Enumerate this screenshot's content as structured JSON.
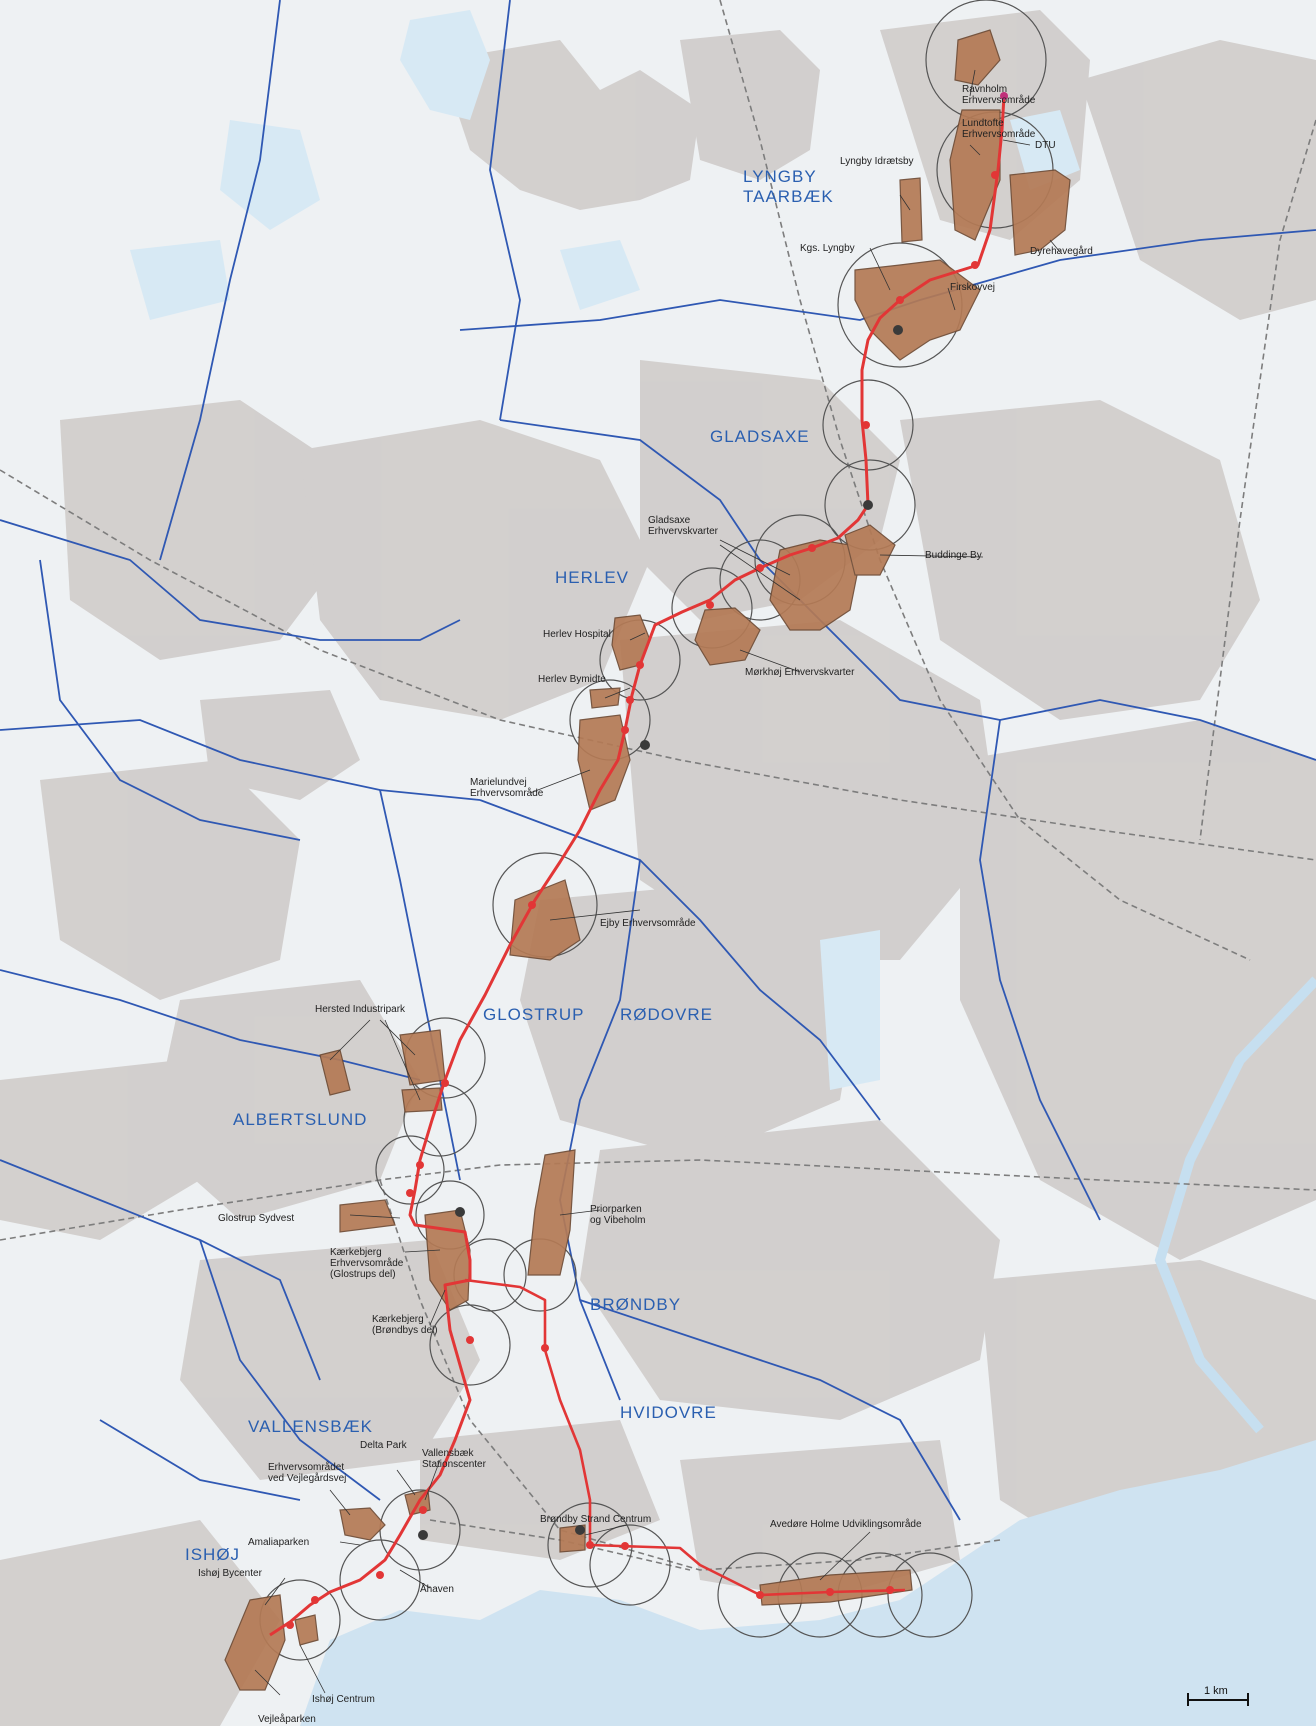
{
  "municipalities": [
    {
      "id": "lyngby",
      "lines": [
        "LYNGBY",
        "TAARBÆK"
      ]
    },
    {
      "id": "gladsaxe",
      "lines": [
        "GLADSAXE"
      ]
    },
    {
      "id": "herlev",
      "lines": [
        "HERLEV"
      ]
    },
    {
      "id": "glostrup",
      "lines": [
        "GLOSTRUP"
      ]
    },
    {
      "id": "rodovre",
      "lines": [
        "RØDOVRE"
      ]
    },
    {
      "id": "albertslund",
      "lines": [
        "ALBERTSLUND"
      ]
    },
    {
      "id": "brondby",
      "lines": [
        "BRØNDBY"
      ]
    },
    {
      "id": "vallensbaek",
      "lines": [
        "VALLENSBÆK"
      ]
    },
    {
      "id": "hvidovre",
      "lines": [
        "HVIDOVRE"
      ]
    },
    {
      "id": "ishoj",
      "lines": [
        "ISHØJ"
      ]
    }
  ],
  "areas": [
    {
      "id": "ravnholm",
      "lines": [
        "Ravnholm",
        "Erhvervsområde"
      ]
    },
    {
      "id": "lundtofte",
      "lines": [
        "Lundtofte",
        "Erhvervsområde"
      ]
    },
    {
      "id": "dtu",
      "lines": [
        "DTU"
      ]
    },
    {
      "id": "lyngby-idraetsby",
      "lines": [
        "Lyngby Idrætsby"
      ]
    },
    {
      "id": "kgs-lyngby",
      "lines": [
        "Kgs. Lyngby"
      ]
    },
    {
      "id": "dyrehavegaard",
      "lines": [
        "Dyrehavegård"
      ]
    },
    {
      "id": "firskovvej",
      "lines": [
        "Firskovvej"
      ]
    },
    {
      "id": "gladsaxe-erhverv",
      "lines": [
        "Gladsaxe",
        "Erhvervskvarter"
      ]
    },
    {
      "id": "buddinge",
      "lines": [
        "Buddinge By"
      ]
    },
    {
      "id": "herlev-hospital",
      "lines": [
        "Herlev Hospital"
      ]
    },
    {
      "id": "herlev-bymidte",
      "lines": [
        "Herlev Bymidte"
      ]
    },
    {
      "id": "marielundvej",
      "lines": [
        "Marielundvej",
        "Erhvervsområde"
      ]
    },
    {
      "id": "morkhoj",
      "lines": [
        "Mørkhøj Erhvervskvarter"
      ]
    },
    {
      "id": "ejby",
      "lines": [
        "Ejby Erhvervsområde"
      ]
    },
    {
      "id": "hersted",
      "lines": [
        "Hersted Industripark"
      ]
    },
    {
      "id": "glostrup-sydvest",
      "lines": [
        "Glostrup Sydvest"
      ]
    },
    {
      "id": "kaerberg-glostrup",
      "lines": [
        "Kærkebjerg",
        "Erhvervsområde",
        "(Glostrups del)"
      ]
    },
    {
      "id": "kaerberg-brondby",
      "lines": [
        "Kærkebjerg",
        "(Brøndbys del)"
      ]
    },
    {
      "id": "priorparken",
      "lines": [
        "Priorparken",
        "og Vibeholm"
      ]
    },
    {
      "id": "delta-park",
      "lines": [
        "Delta Park"
      ]
    },
    {
      "id": "vallensbaek-station",
      "lines": [
        "Vallensbæk",
        "Stationscenter"
      ]
    },
    {
      "id": "veje",
      "lines": [
        "Erhvervsområdet",
        "ved Vejlegårdsvej"
      ]
    },
    {
      "id": "brondby-strand",
      "lines": [
        "Brøndby Strand Centrum"
      ]
    },
    {
      "id": "avedore",
      "lines": [
        "Avedøre Holme Udviklingsområde"
      ]
    },
    {
      "id": "amaliaparken",
      "lines": [
        "Amaliaparken"
      ]
    },
    {
      "id": "ishoj-bycenter",
      "lines": [
        "Ishøj Bycenter"
      ]
    },
    {
      "id": "ahaven",
      "lines": [
        "Åhaven"
      ]
    },
    {
      "id": "ishoj-centrum",
      "lines": [
        "Ishøj Centrum"
      ]
    },
    {
      "id": "vejleaparken",
      "lines": [
        "Vejleåparken"
      ]
    }
  ],
  "scale": {
    "label": "1 km"
  },
  "colors": {
    "land": "#eef1f3",
    "builtup": "#c9c4c2",
    "water": "#d7e9f4",
    "sea": "#cfe3f1",
    "area_fill": "#b47a55",
    "area_stroke": "#6e4a33",
    "route": "#e23636",
    "border": "#2f58b3",
    "railway": "#7d7d7d",
    "circle": "#555555",
    "text": "#2a5fb0"
  }
}
